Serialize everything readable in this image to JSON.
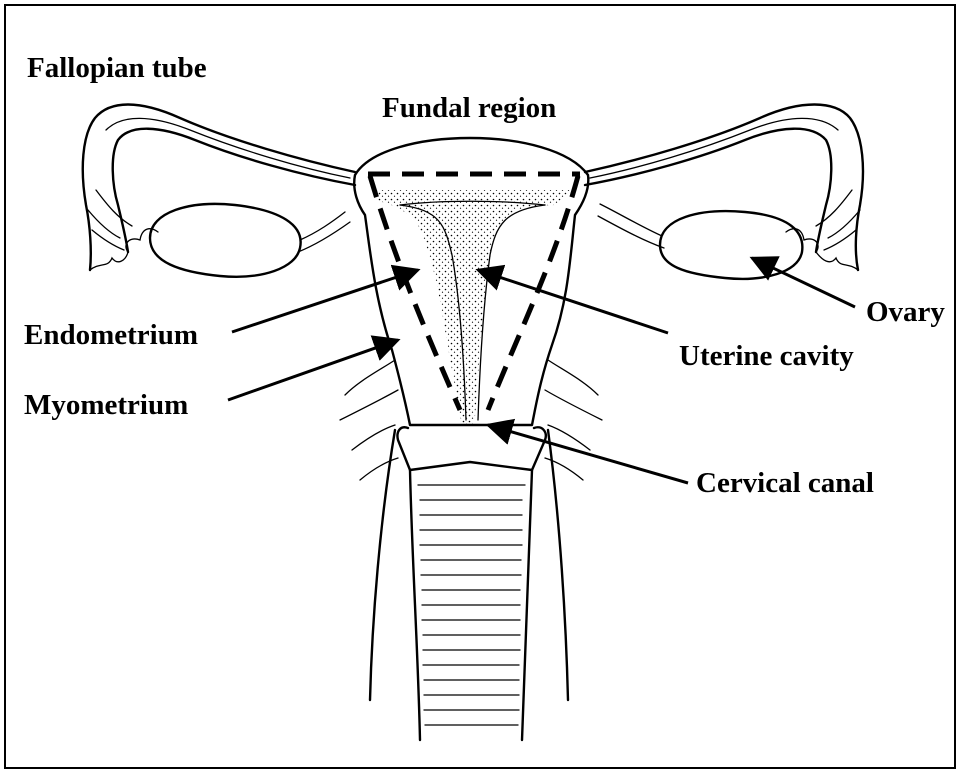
{
  "labels": {
    "fallopian_tube": "Fallopian tube",
    "fundal_region": "Fundal region",
    "endometrium": "Endometrium",
    "myometrium": "Myometrium",
    "ovary": "Ovary",
    "uterine_cavity": "Uterine cavity",
    "cervical_canal": "Cervical canal"
  },
  "colors": {
    "ink": "#000000",
    "background": "#ffffff"
  }
}
